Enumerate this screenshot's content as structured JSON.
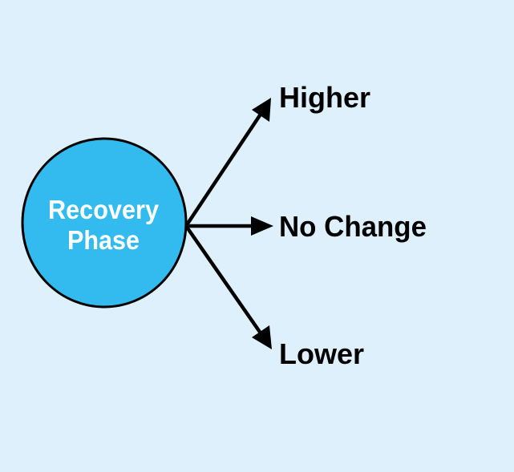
{
  "diagram": {
    "source_node": {
      "label_line1": "Recovery",
      "label_line2": "Phase",
      "fill_color": "#33bbef",
      "stroke_color": "#000000"
    },
    "outcomes": [
      {
        "label": "Higher"
      },
      {
        "label": "No Change"
      },
      {
        "label": "Lower"
      }
    ],
    "colors": {
      "background": "#ddf0fc",
      "arrow": "#000000",
      "label_text": "#000000"
    }
  }
}
